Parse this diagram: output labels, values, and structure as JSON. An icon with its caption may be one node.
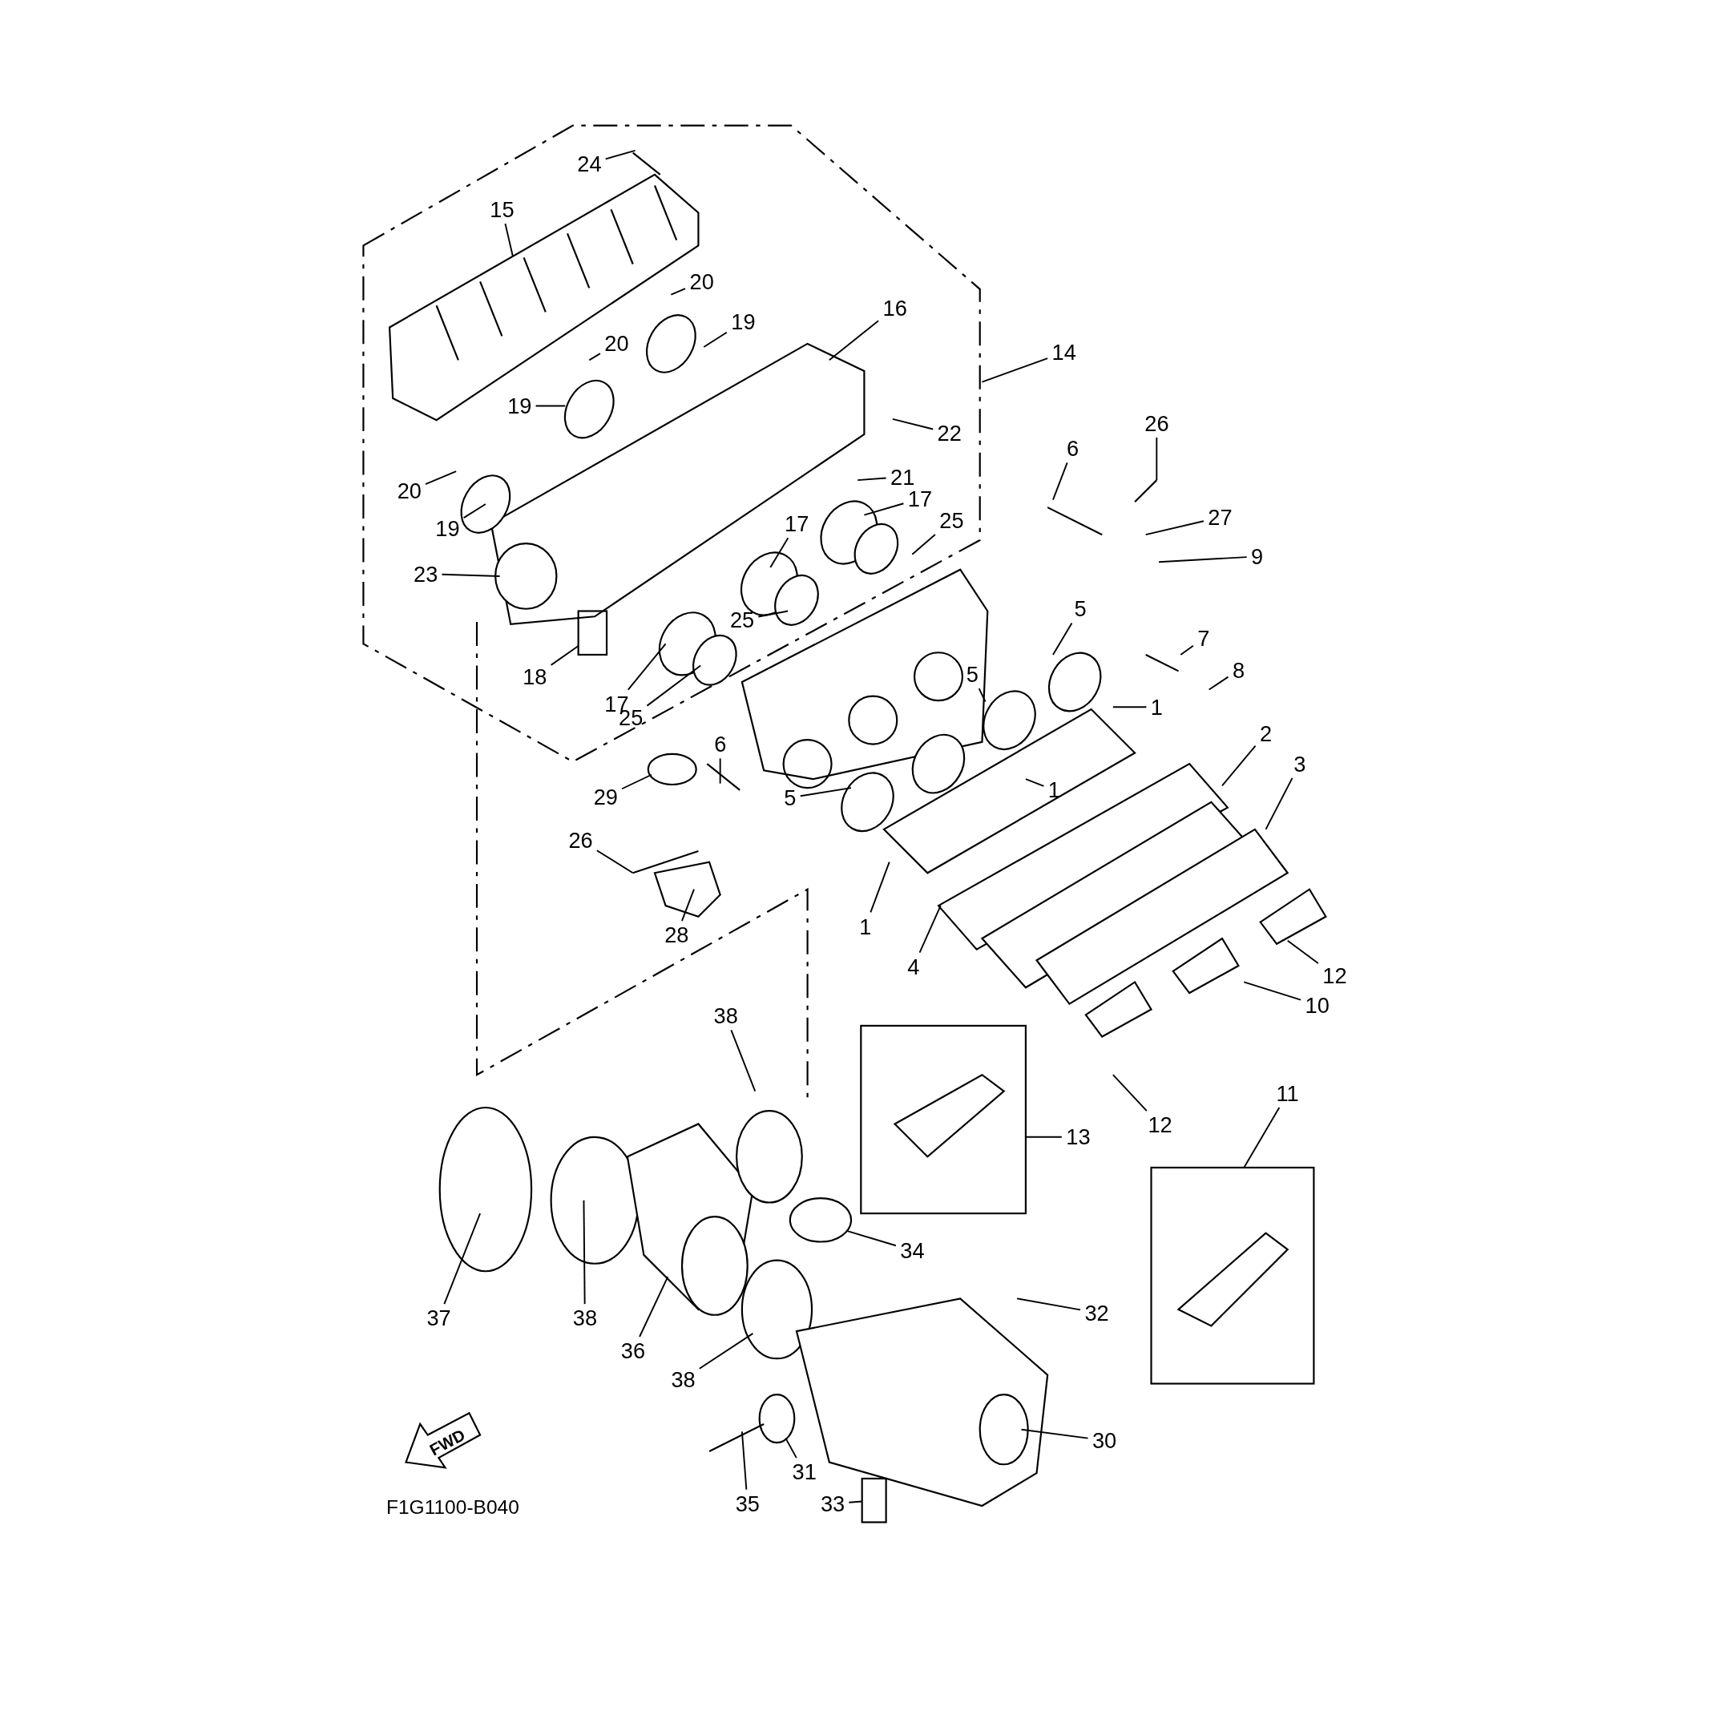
{
  "diagram": {
    "nodes": [
      {
        "text": [
          "24"
        ]
      },
      {
        "text": [
          "15"
        ]
      },
      {
        "text": [
          "20"
        ]
      },
      {
        "text": [
          "16"
        ]
      },
      {
        "text": [
          "19"
        ]
      },
      {
        "text": [
          "20"
        ]
      },
      {
        "text": [
          "14"
        ]
      },
      {
        "text": [
          "19"
        ]
      },
      {
        "text": [
          "22"
        ]
      },
      {
        "text": [
          "21"
        ]
      },
      {
        "text": [
          "20"
        ]
      },
      {
        "text": [
          "19"
        ]
      },
      {
        "text": [
          "17"
        ]
      },
      {
        "text": [
          "26"
        ]
      },
      {
        "text": [
          "6"
        ]
      },
      {
        "text": [
          "27"
        ]
      },
      {
        "text": [
          "25"
        ]
      },
      {
        "text": [
          "9"
        ]
      },
      {
        "text": [
          "23"
        ]
      },
      {
        "text": [
          "17"
        ]
      },
      {
        "text": [
          "25"
        ]
      },
      {
        "text": [
          "5"
        ]
      },
      {
        "text": [
          "7"
        ]
      },
      {
        "text": [
          "8"
        ]
      },
      {
        "text": [
          "18"
        ]
      },
      {
        "text": [
          "17"
        ]
      },
      {
        "text": [
          "25"
        ]
      },
      {
        "text": [
          "1"
        ]
      },
      {
        "text": [
          "5"
        ]
      },
      {
        "text": [
          "2"
        ]
      },
      {
        "text": [
          "3"
        ]
      },
      {
        "text": [
          "6"
        ]
      },
      {
        "text": [
          "29"
        ]
      },
      {
        "text": [
          "5"
        ]
      },
      {
        "text": [
          "1"
        ]
      },
      {
        "text": [
          "26"
        ]
      },
      {
        "text": [
          "1"
        ]
      },
      {
        "text": [
          "4"
        ]
      },
      {
        "text": [
          "28"
        ]
      },
      {
        "text": [
          "12"
        ]
      },
      {
        "text": [
          "10"
        ]
      },
      {
        "text": [
          "38"
        ]
      },
      {
        "text": [
          "11"
        ]
      },
      {
        "text": [
          "12"
        ]
      },
      {
        "text": [
          "13"
        ]
      },
      {
        "text": [
          "34"
        ]
      },
      {
        "text": [
          "37"
        ]
      },
      {
        "text": [
          "38"
        ]
      },
      {
        "text": [
          "32"
        ]
      },
      {
        "text": [
          "36"
        ]
      },
      {
        "text": [
          "38"
        ]
      },
      {
        "text": [
          "30"
        ]
      },
      {
        "text": [
          "31"
        ]
      },
      {
        "text": [
          "35"
        ]
      },
      {
        "text": [
          "33"
        ]
      }
    ],
    "edges": [
      {
        "from": 0,
        "to": null,
        "arrow": "none"
      },
      {
        "from": 1,
        "to": null,
        "arrow": "none"
      },
      {
        "from": 2,
        "to": null,
        "arrow": "none"
      },
      {
        "from": 3,
        "to": null,
        "arrow": "none"
      },
      {
        "from": 4,
        "to": null,
        "arrow": "none"
      },
      {
        "from": 5,
        "to": null,
        "arrow": "none"
      },
      {
        "from": 6,
        "to": null,
        "arrow": "none"
      },
      {
        "from": 7,
        "to": null,
        "arrow": "none"
      },
      {
        "from": 8,
        "to": null,
        "arrow": "none"
      },
      {
        "from": 9,
        "to": null,
        "arrow": "none"
      },
      {
        "from": 10,
        "to": null,
        "arrow": "none"
      },
      {
        "from": 11,
        "to": null,
        "arrow": "none"
      },
      {
        "from": 12,
        "to": null,
        "arrow": "none"
      },
      {
        "from": 13,
        "to": null,
        "arrow": "none"
      },
      {
        "from": 14,
        "to": null,
        "arrow": "none"
      },
      {
        "from": 15,
        "to": null,
        "arrow": "none"
      },
      {
        "from": 16,
        "to": null,
        "arrow": "none"
      },
      {
        "from": 17,
        "to": null,
        "arrow": "none"
      },
      {
        "from": 18,
        "to": null,
        "arrow": "none"
      },
      {
        "from": 19,
        "to": null,
        "arrow": "none"
      },
      {
        "from": 20,
        "to": null,
        "arrow": "none"
      },
      {
        "from": 21,
        "to": null,
        "arrow": "none"
      },
      {
        "from": 22,
        "to": null,
        "arrow": "none"
      },
      {
        "from": 23,
        "to": null,
        "arrow": "none"
      },
      {
        "from": 24,
        "to": null,
        "arrow": "none"
      },
      {
        "from": 25,
        "to": null,
        "arrow": "none"
      },
      {
        "from": 26,
        "to": null,
        "arrow": "none"
      },
      {
        "from": 27,
        "to": null,
        "arrow": "none"
      },
      {
        "from": 28,
        "to": null,
        "arrow": "none"
      },
      {
        "from": 29,
        "to": null,
        "arrow": "none"
      },
      {
        "from": 30,
        "to": null,
        "arrow": "none"
      },
      {
        "from": 31,
        "to": null,
        "arrow": "none"
      },
      {
        "from": 32,
        "to": null,
        "arrow": "none"
      },
      {
        "from": 33,
        "to": null,
        "arrow": "none"
      },
      {
        "from": 34,
        "to": null,
        "arrow": "none"
      },
      {
        "from": 35,
        "to": null,
        "arrow": "none"
      },
      {
        "from": 36,
        "to": null,
        "arrow": "none"
      },
      {
        "from": 37,
        "to": null,
        "arrow": "none"
      },
      {
        "from": 38,
        "to": null,
        "arrow": "none"
      },
      {
        "from": 39,
        "to": null,
        "arrow": "none"
      },
      {
        "from": 40,
        "to": null,
        "arrow": "none"
      },
      {
        "from": 41,
        "to": null,
        "arrow": "none"
      },
      {
        "from": 42,
        "to": null,
        "arrow": "none"
      },
      {
        "from": 43,
        "to": null,
        "arrow": "none"
      },
      {
        "from": 44,
        "to": null,
        "arrow": "none"
      },
      {
        "from": 45,
        "to": null,
        "arrow": "none"
      },
      {
        "from": 46,
        "to": null,
        "arrow": "none"
      },
      {
        "from": 47,
        "to": null,
        "arrow": "none"
      },
      {
        "from": 48,
        "to": null,
        "arrow": "none"
      },
      {
        "from": 49,
        "to": null,
        "arrow": "none"
      },
      {
        "from": 50,
        "to": null,
        "arrow": "none"
      },
      {
        "from": 51,
        "to": null,
        "arrow": "none"
      },
      {
        "from": 52,
        "to": null,
        "arrow": "none"
      },
      {
        "from": 53,
        "to": null,
        "arrow": "none"
      },
      {
        "from": 54,
        "to": null,
        "arrow": "none"
      }
    ],
    "labels": [
      "FWD",
      "F1G1100-B040"
    ]
  }
}
